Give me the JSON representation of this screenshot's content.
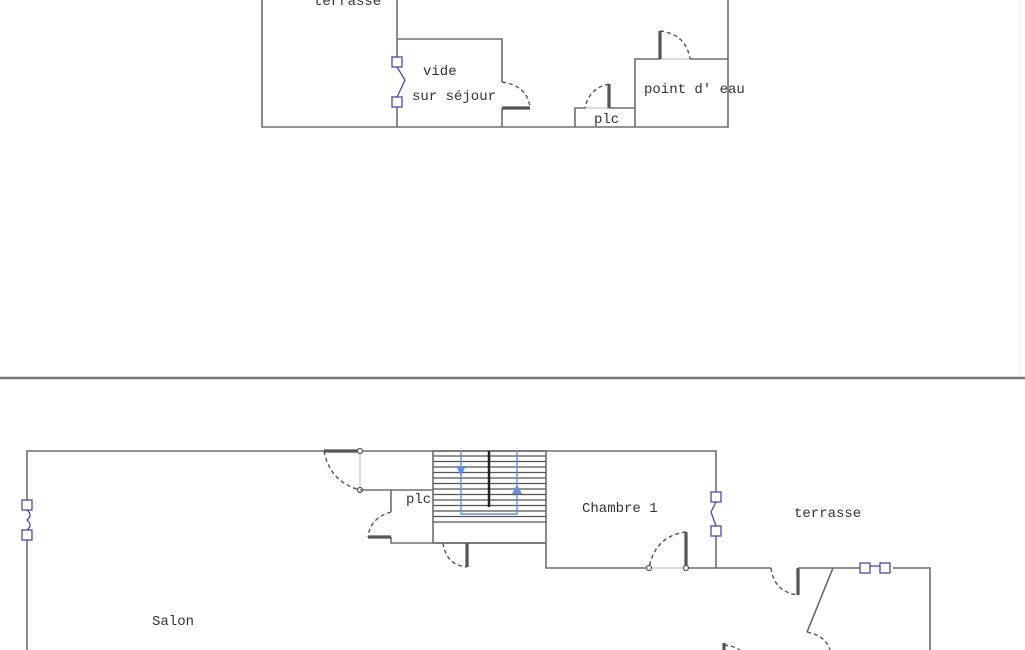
{
  "upper_floor": {
    "rooms": {
      "terrasse": "terrasse",
      "vide_line1": "vide",
      "vide_line2": "sur séjour",
      "plc": "plc",
      "point_eau": "point d' eau"
    }
  },
  "ground_floor": {
    "rooms": {
      "plc": "plc",
      "chambre": "Chambre 1",
      "terrasse": "terrasse",
      "salon": "Salon"
    }
  },
  "colors": {
    "walls": "#6e6e6e",
    "windows": "#4a4aa8",
    "stairs_arrows": "#6a8ed6",
    "divider": "#777777"
  }
}
